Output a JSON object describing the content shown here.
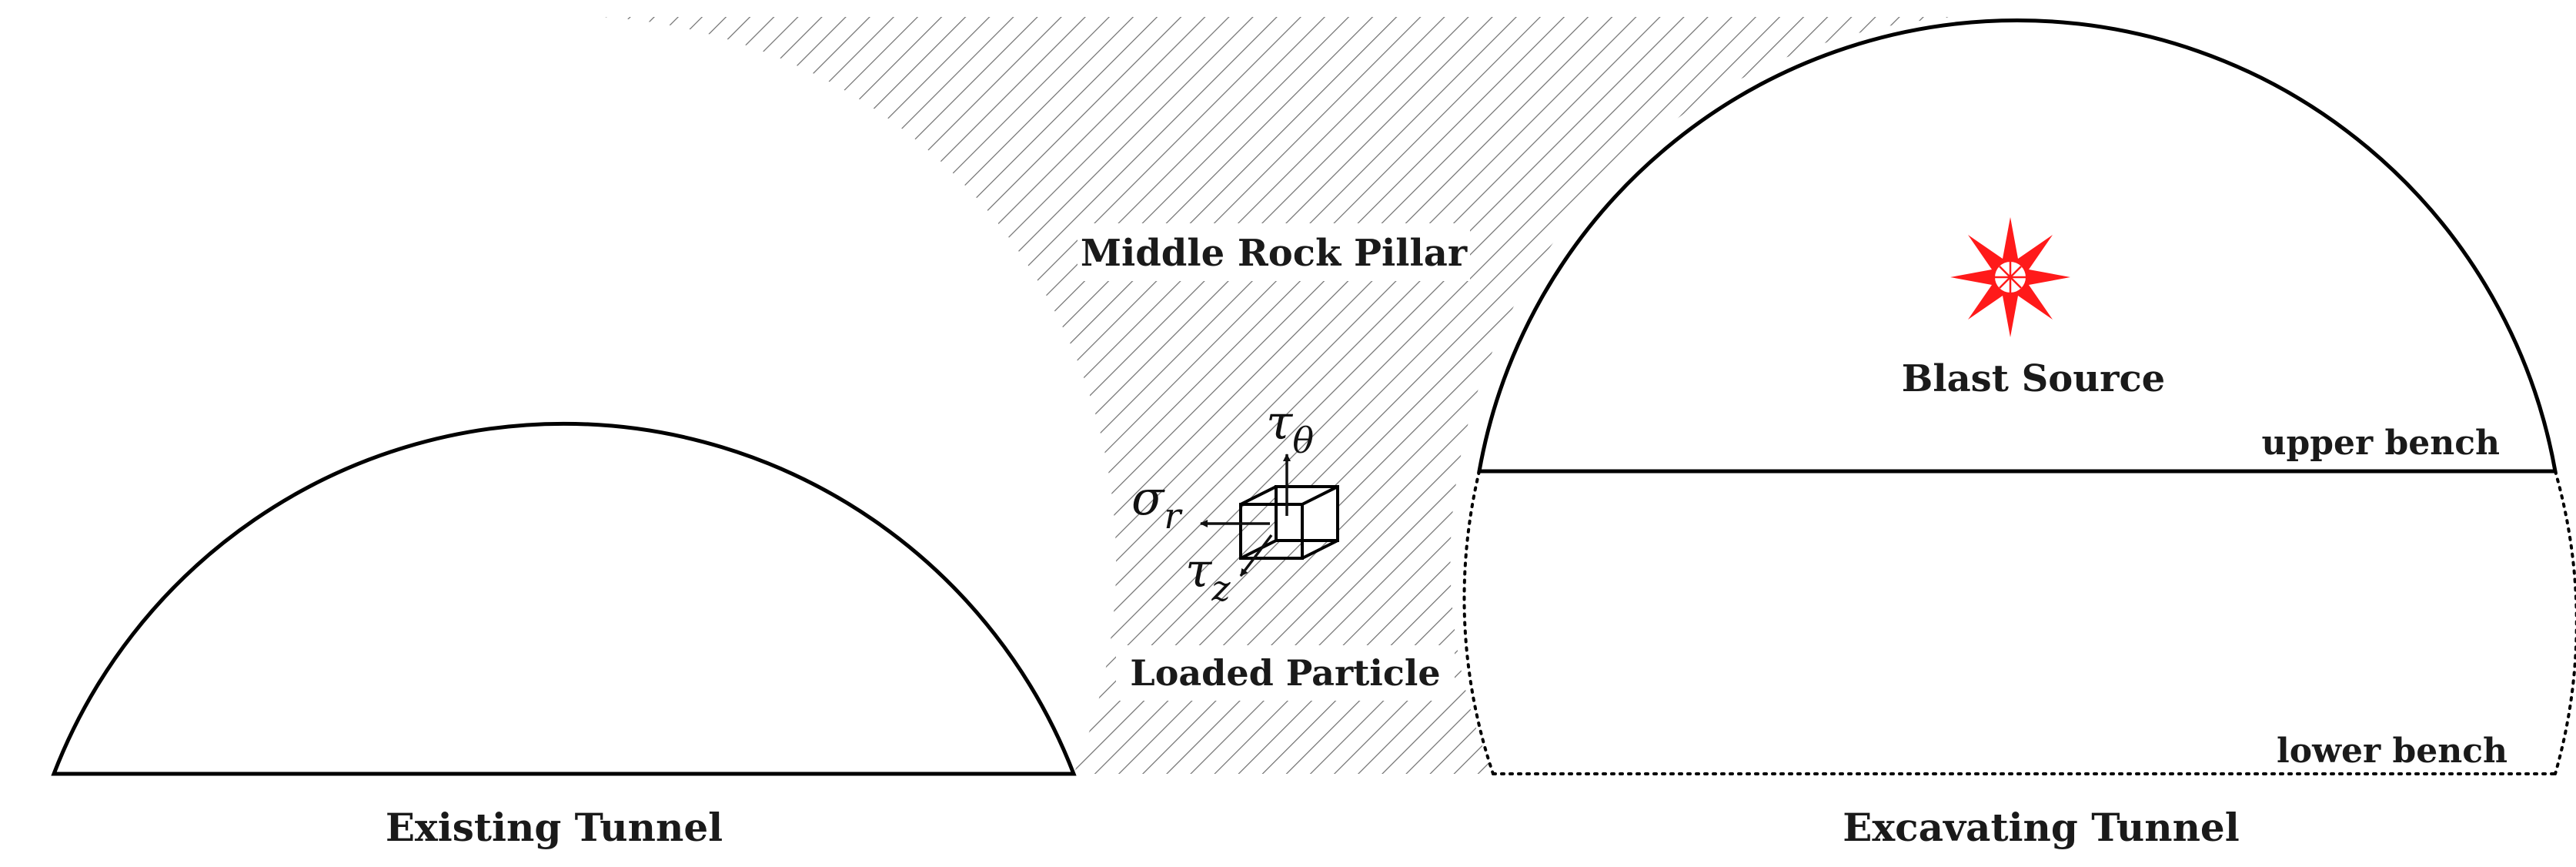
{
  "labels": {
    "middle_rock_pillar": "Middle Rock Pillar",
    "blast_source": "Blast Source",
    "upper_bench": "upper bench",
    "lower_bench": "lower bench",
    "loaded_particle": "Loaded  Particle",
    "existing_tunnel": "Existing Tunnel",
    "excavating_tunnel": "Excavating Tunnel"
  },
  "stress_symbols": {
    "sigma": "σ",
    "sigma_sub": "r",
    "tau": "τ",
    "tau_theta_sub": "θ",
    "tau_z_sub": "z"
  },
  "colors": {
    "outline": "#000000",
    "hatch": "#6e6e6e",
    "blast_red": "#ff1a1a"
  },
  "icons": {
    "blast": "blast-star-icon",
    "element": "stress-element-cube-icon"
  }
}
